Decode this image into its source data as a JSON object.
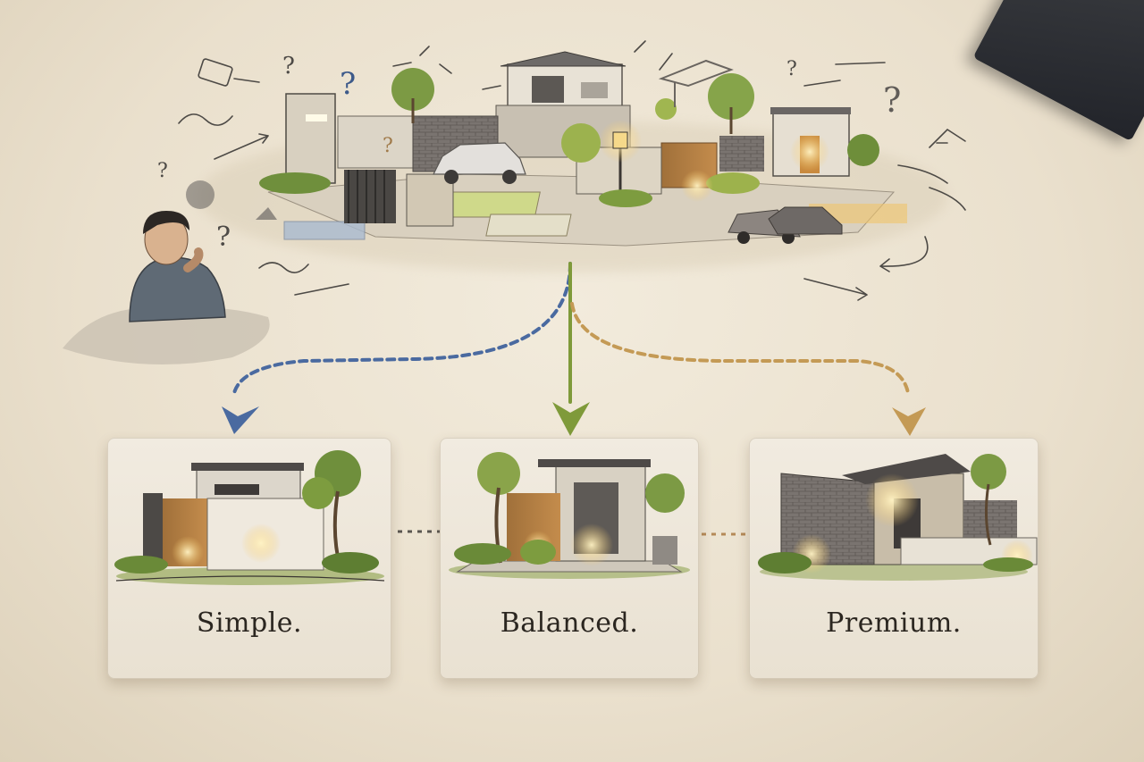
{
  "colors": {
    "background": "#ece3d2",
    "card": "#f1ebe0",
    "path_simple": "#4a6aa0",
    "path_balanced": "#7f9a3a",
    "path_premium": "#c49a55",
    "warm_light": "#f5c96a",
    "greenery": "#6f8f3c",
    "ink": "#2b2620"
  },
  "icons": [
    "thinking-person-icon",
    "question-mark-icon",
    "arrow-icon",
    "house-icon",
    "tree-icon",
    "car-icon"
  ],
  "options": [
    {
      "label": "Simple."
    },
    {
      "label": "Balanced."
    },
    {
      "label": "Premium."
    }
  ]
}
